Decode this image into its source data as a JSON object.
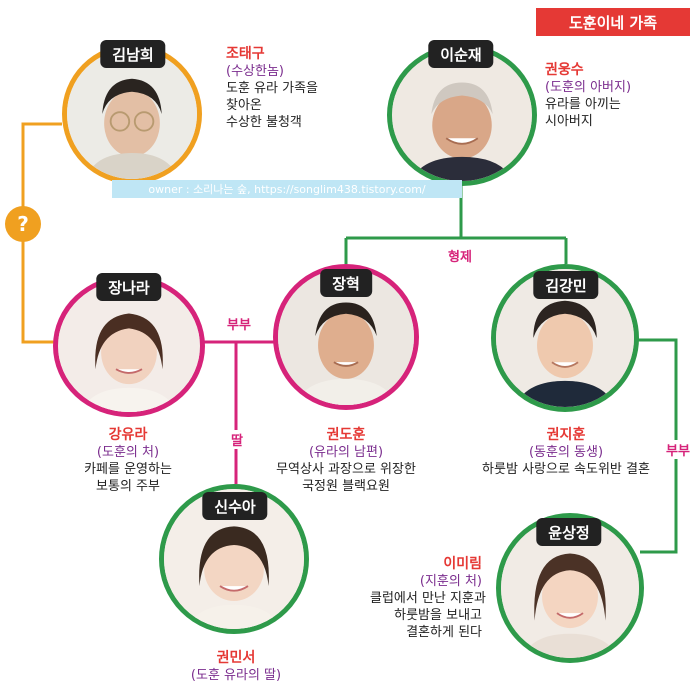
{
  "title": "도훈이네 가족",
  "watermark": "owner : 소리나는 숲, https://songlim438.tistory.com/",
  "unknown_link": "?",
  "links": {
    "brothers": "형제",
    "couple_main": "부부",
    "daughter": "딸",
    "couple_second": "부부"
  },
  "people": {
    "kim_namhee": {
      "actor": "김남희",
      "role": "조태구",
      "relation": "(수상한놈)",
      "desc": [
        "도훈 유라 가족을",
        "찾아온",
        "수상한 불청객"
      ]
    },
    "lee_soonjae": {
      "actor": "이순재",
      "role": "권웅수",
      "relation": "(도훈의 아버지)",
      "desc": [
        "유라를 아끼는",
        "시아버지"
      ]
    },
    "jang_nara": {
      "actor": "장나라",
      "role": "강유라",
      "relation": "(도훈의 처)",
      "desc": [
        "카페를 운영하는",
        "보통의 주부"
      ]
    },
    "jang_hyuk": {
      "actor": "장혁",
      "role": "권도훈",
      "relation": "(유라의 남편)",
      "desc": [
        "무역상사 과장으로 위장한",
        "국정원 블랙요원"
      ]
    },
    "kim_kangmin": {
      "actor": "김강민",
      "role": "권지훈",
      "relation": "(동훈의 동생)",
      "desc": [
        "하룻밤 사랑으로 속도위반 결혼"
      ]
    },
    "shin_sua": {
      "actor": "신수아",
      "role": "권민서",
      "relation": "(도훈 유라의 딸)",
      "desc": []
    },
    "yoon_sangjung": {
      "actor": "윤상정",
      "role": "이미림",
      "relation": "(지훈의 처)",
      "desc": [
        "클럽에서 만난 지훈과",
        "하룻밤을 보내고",
        "결혼하게 된다"
      ]
    }
  },
  "colors": {
    "orange": "#f0a020",
    "green": "#2e9a4a",
    "pink": "#d6237a",
    "title_bg": "#e53935",
    "role": "#e53935",
    "relation": "#7b2d8e"
  }
}
